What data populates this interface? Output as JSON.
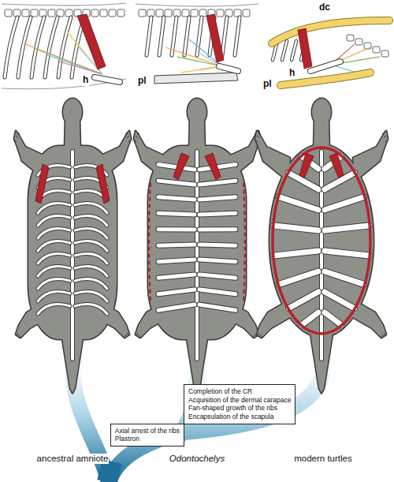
{
  "diagram": {
    "nodes": [
      {
        "text": [
          "Completion of the CR",
          "Acquisition of the dermal carapace",
          "Fan-shaped growth of the ribs",
          "Encapsulation of the scapula"
        ]
      },
      {
        "text": [
          "Axial arrest of the ribs",
          "Plastron"
        ]
      }
    ],
    "labels": [
      "h",
      "pl",
      "dc",
      "h",
      "pl",
      "ancestral amniote",
      "Odontochelys",
      "modern turtles"
    ]
  }
}
